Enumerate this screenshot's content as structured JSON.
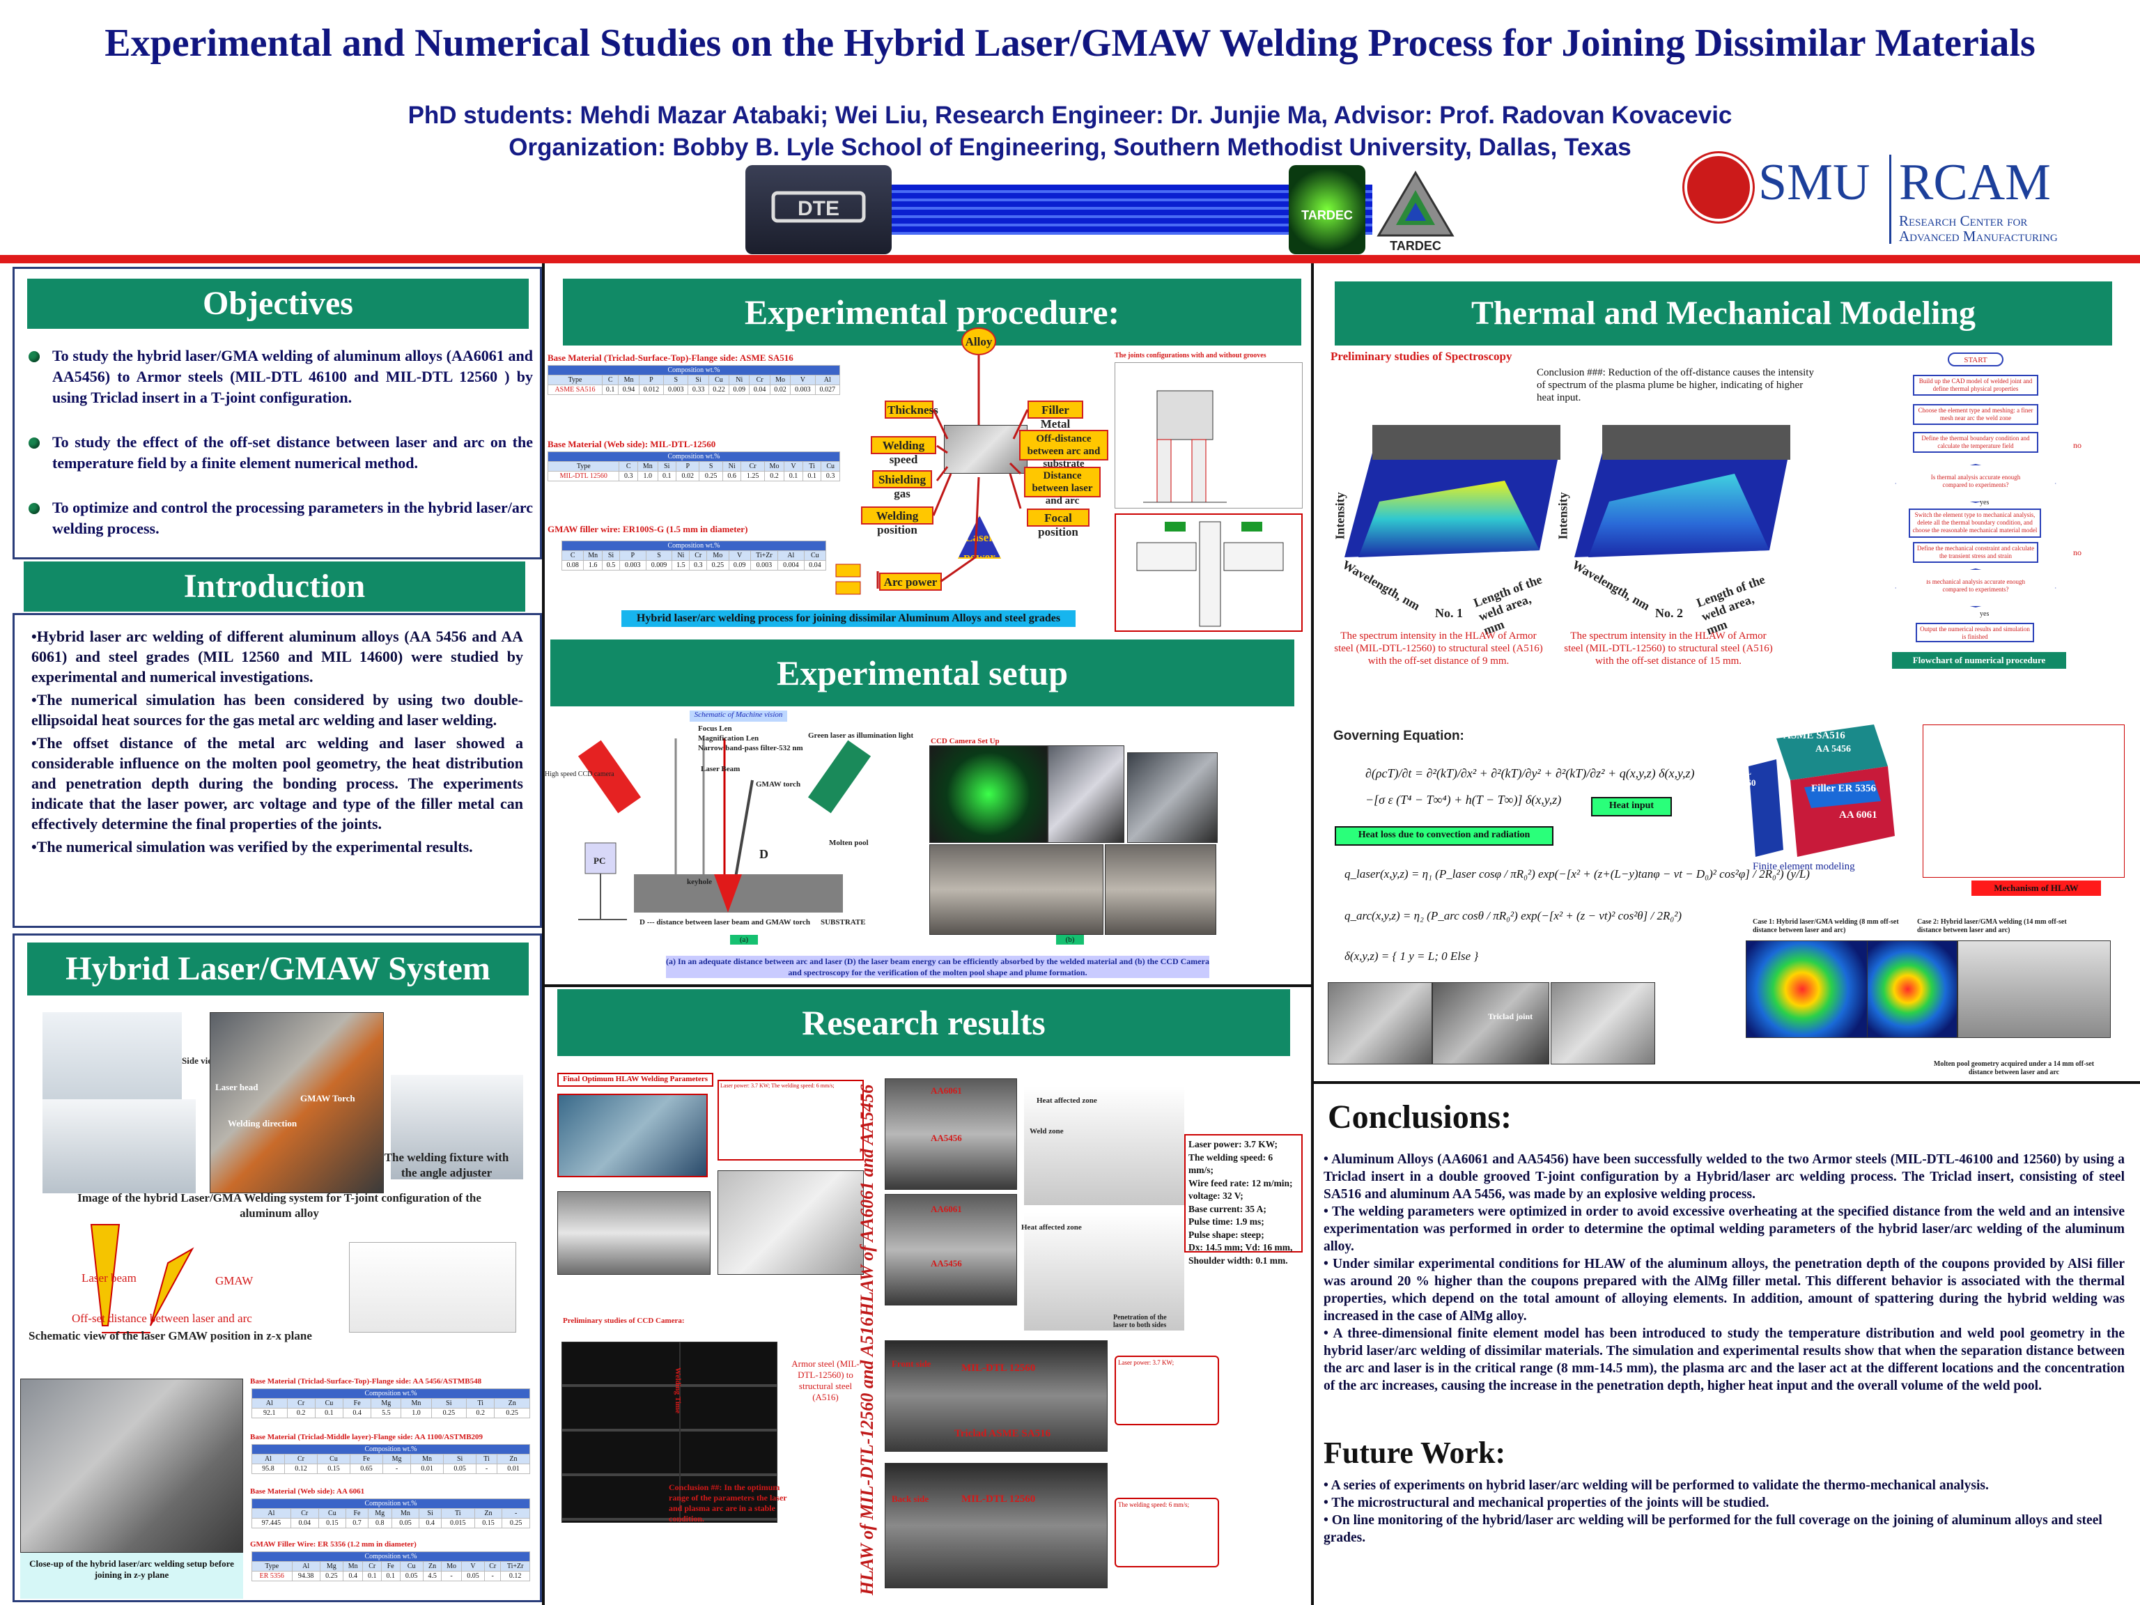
{
  "header": {
    "title": "Experimental and Numerical Studies on the Hybrid Laser/GMAW Welding Process for Joining Dissimilar Materials",
    "authors": "PhD students: Mehdi Mazar Atabaki; Wei Liu,  Research Engineer: Dr. Junjie Ma, Advisor:  Prof. Radovan Kovacevic",
    "organization": "Organization: Bobby B. Lyle School of Engineering, Southern Methodist University, Dallas, Texas",
    "logo_tardec": "TARDEC",
    "logo_smu": "SMU",
    "logo_rcam": "RCAM",
    "logo_rcam_line1": "Research Center for",
    "logo_rcam_line2": "Advanced Manufacturing"
  },
  "colors": {
    "navy": "#101580",
    "green": "#118a66",
    "red": "#e01a1a"
  },
  "objectives": {
    "heading": "Objectives",
    "items": [
      "To study the hybrid laser/GMA welding of aluminum alloys (AA6061 and AA5456) to Armor steels (MIL-DTL 46100 and MIL-DTL 12560 ) by using Triclad insert in a T-joint configuration.",
      "To study the effect of the off-set distance between laser and arc on the temperature field by a finite element numerical method.",
      "To optimize and control the processing parameters in the hybrid laser/arc welding process."
    ]
  },
  "introduction": {
    "heading": "Introduction",
    "paragraphs": [
      "•Hybrid laser arc welding of different aluminum alloys (AA 5456 and AA 6061) and steel grades (MIL 12560 and MIL 14600) were studied by experimental and numerical investigations.",
      "•The numerical simulation has been considered by using two double-ellipsoidal heat sources for the gas metal arc welding and laser welding.",
      "•The offset distance of the metal arc welding and laser showed a considerable influence on the molten pool geometry, the heat distribution and penetration depth during the bonding process. The experiments indicate that the laser power, arc voltage and type of the filler metal can effectively determine the final properties of the joints.",
      "•The numerical simulation was verified by the experimental results."
    ]
  },
  "hybrid_system": {
    "heading": "Hybrid Laser/GMAW System",
    "side_view": "Side view",
    "laser_head": "Laser head",
    "gmaw_torch": "GMAW Torch",
    "welding_direction": "Welding direction",
    "fixture_caption": "The welding fixture with the angle adjuster",
    "image_caption": "Image of the hybrid Laser/GMA Welding system for T-joint configuration of the aluminum alloy",
    "laser_beam": "Laser beam",
    "gmaw": "GMAW",
    "offset_caption": "Off-set distance between laser and arc",
    "schematic_caption": "Schematic view of the laser GMAW position in z-x plane",
    "closeup_caption": "Close-up of the hybrid laser/arc  welding setup before joining in z-y plane",
    "table1_title": "Base Material (Triclad-Surface-Top)-Flange side: AA 5456/ASTMB548",
    "table2_title": "Base Material (Triclad-Middle layer)-Flange side: AA 1100/ASTMB209",
    "table3_title": "Base Material (Web side): AA 6061",
    "table4_title": "GMAW Filler Wire: ER 5356 (1.2 mm in diameter)",
    "composition": "Composition wt.%"
  },
  "procedure": {
    "heading": "Experimental procedure:",
    "table1_title": "Base Material (Triclad-Surface-Top)-Flange side: ASME SA516",
    "table2_title": "Base Material (Web side): MIL-DTL-12560",
    "wire_title": "GMAW filler wire: ER100S-G (1.5 mm in diameter)",
    "composition": "Composition wt.%",
    "boxes": [
      "Alloy",
      "Thickness",
      "Filler Metal",
      "Welding speed",
      "Off-distance between arc and substrate",
      "Shielding gas",
      "Distance between laser and arc",
      "Welding position",
      "Focal position",
      "Laser power",
      "Arc power"
    ],
    "joint_caption": "The joints configurations with and without grooves",
    "caption": "Hybrid laser/arc welding process for joining dissimilar Aluminum Alloys and steel grades"
  },
  "setup": {
    "heading": "Experimental setup",
    "schematic_title": "Schematic of Machine vision",
    "focus_lens": "Focus Len",
    "magnification_lens": "Magnification Len",
    "filter": "Narrow band-pass filter-532 nm",
    "green_laser": "Green laser as illumination light",
    "ccd_camera": "High speed CCD camera",
    "laser_beam": "Laser Beam",
    "gmaw_torch": "GMAW torch",
    "molten_pool": "Molten pool",
    "keyhole": "keyhole",
    "d_label": "D",
    "pc": "PC",
    "substrate": "SUBSTRATE",
    "d_caption": "D --- distance between laser beam and GMAW torch",
    "ccd_setup": "CCD Camera Set Up",
    "label_a": "(a)",
    "label_b": "(b)",
    "caption": "(a) In an adequate distance between arc and laser (D) the laser beam energy  can be efficiently  absorbed by the welded material and (b) the CCD Camera and spectroscopy  for the verification  of the molten pool shape and plume formation."
  },
  "results": {
    "heading": "Research results",
    "optimum_title": "Final Optimum HLAW Welding Parameters",
    "ccd_title": "Preliminary studies of CCD Camera:",
    "side_label_top": "HLAW of AA6061 and AA5456",
    "side_label_bottom": "HLAW of MIL-DTL-12560 and A516",
    "aa6061": "AA6061",
    "aa5456": "AA5456",
    "mil": "MIL-DTL 12560",
    "triclad": "Triclad ASME SA516",
    "laser": "Laser",
    "welding_time": "Welding Time",
    "armor_caption": "Armor steel (MIL-DTL-12560) to structural steel (A516)",
    "ccd_conclusion": "Conclusion ##: In the optimum range of the parameters the laser and plasma arc are in a stable condition.",
    "params": [
      "Laser power: 3.7 KW;",
      "The welding speed: 6 mm/s;",
      "Wire feed rate: 12 m/min;",
      "voltage: 32 V;",
      "Base current: 35 A;",
      "Pulse time: 1.9 ms;",
      "Pulse shape: steep;",
      "Dx: 14.5 mm; Vd: 16 mm,",
      "Shoulder width: 0.1 mm."
    ],
    "haz1": "Heat affected zone",
    "weld_zone": "Weld zone",
    "haz2": "Heat affected zone",
    "penetration": "Penetration of the laser to both sides",
    "front_side": "Front side",
    "back_side": "Back side"
  },
  "thermal": {
    "heading": "Thermal and Mechanical Modeling",
    "spectroscopy_title": "Preliminary studies of Spectroscopy",
    "conclusion": "Conclusion ###: Reduction of the off-distance causes the intensity of spectrum of the plasma plume be higher, indicating of higher heat input.",
    "intensity": "Intensity",
    "wavelength": "Wavelength, nm",
    "length": "Length of the weld area, mm",
    "no1": "No. 1",
    "no2": "No. 2",
    "caption1": "The spectrum intensity in the HLAW of Armor steel (MIL-DTL-12560) to structural steel (A516) with the off-set distance of 9 mm.",
    "caption2": "The spectrum intensity in the HLAW of Armor steel (MIL-DTL-12560) to structural steel (A516) with the off-set distance of 15 mm.",
    "governing": "Governing Equation:",
    "heat_input": "Heat input",
    "heat_loss": "Heat loss due to convection and radiation",
    "fe_modeling": "Finite element modeling",
    "asme": "ASME SA516",
    "aa5456": "AA 5456",
    "filler": "Filler ER 5356",
    "aa6061": "AA 6061",
    "mil": "MIL 12560",
    "mechanism": "Mechanism of HLAW",
    "flowchart_title": "Flowchart of numerical procedure",
    "start": "START",
    "flow_steps": [
      "Build up the CAD model of welded joint and define thermal physical properties",
      "Choose the element type and meshing: a finer mesh near arc the weld zone",
      "Define the thermal boundary condition and calculate the temperature field",
      "Is thermal analysis accurate enough compared to experiments?",
      "Switch the element type to mechanical analysis, delete all the thermal boundary condition, and choose the reasonable mechanical material model",
      "Define the mechanical constraint and calculate the transient stress and strain",
      "Is mechanical analysis accurate enough compared to experiments?",
      "Output the numerical results and simulation is finished"
    ],
    "yes": "yes",
    "no": "no",
    "case1": "Case 1: Hybrid laser/GMA welding (8 mm off-set distance between laser and arc)",
    "case2": "Case 2: Hybrid laser/GMA welding (14 mm off-set distance between laser and arc)",
    "molten_caption": "Molten pool geometry acquired under a 14 mm off-set distance between laser and arc",
    "triclad_joint": "Triclad joint"
  },
  "conclusions": {
    "heading": "Conclusions:",
    "items": [
      "•      Aluminum Alloys (AA6061 and AA5456) have been successfully welded to the two Armor steels (MIL-DTL-46100 and 12560) by using a Triclad insert in a double grooved T-joint configuration by a Hybrid/laser arc welding process. The Triclad insert, consisting of steel SA516 and aluminum AA 5456, was made by an explosive welding process.",
      "•      The welding parameters were optimized in order to avoid excessive overheating at the specified distance from the weld and an intensive  experimentation was performed in order to determine the optimal welding parameters of the hybrid laser/arc welding of the aluminum alloy.",
      "•        Under similar experimental conditions for HLAW of the aluminum alloys, the penetration depth of the coupons provided by AlSi filler was around 20 % higher than the coupons prepared with the AlMg filler metal. This different behavior is associated with the thermal properties, which depend on the total amount of alloying elements. In addition, amount of spattering during the hybrid welding was increased in the case of  AlMg  alloy.",
      "•      A three-dimensional finite element model has been introduced to study the temperature distribution and weld pool geometry in the hybrid laser/arc welding of dissimilar materials. The simulation and experimental results show that when the separation distance between the arc and laser is in the critical range (8 mm-14.5 mm), the plasma arc and the laser act at the different locations and the concentration of the arc increases, causing the increase in the penetration depth, higher heat input and the overall volume of the weld pool."
    ]
  },
  "future": {
    "heading": "Future Work:",
    "items": [
      "• A series of experiments on hybrid laser/arc welding will be performed to validate the thermo-mechanical analysis.",
      "• The microstructural and mechanical properties of the joints will be studied.",
      "• On line monitoring of the hybrid/laser arc welding will be performed for the full coverage on the joining of aluminum alloys and steel grades."
    ]
  }
}
